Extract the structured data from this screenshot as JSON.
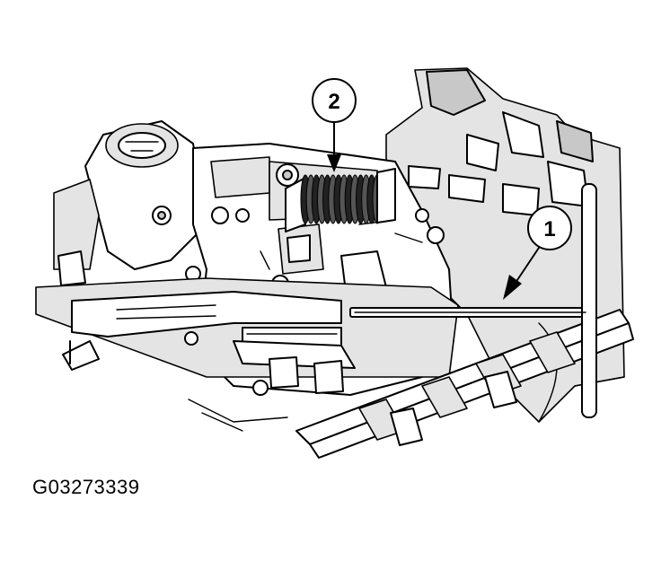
{
  "callouts": [
    {
      "number": "1",
      "part": "tool-rod"
    },
    {
      "number": "2",
      "part": "spring"
    }
  ],
  "figure_id": "G03273339"
}
